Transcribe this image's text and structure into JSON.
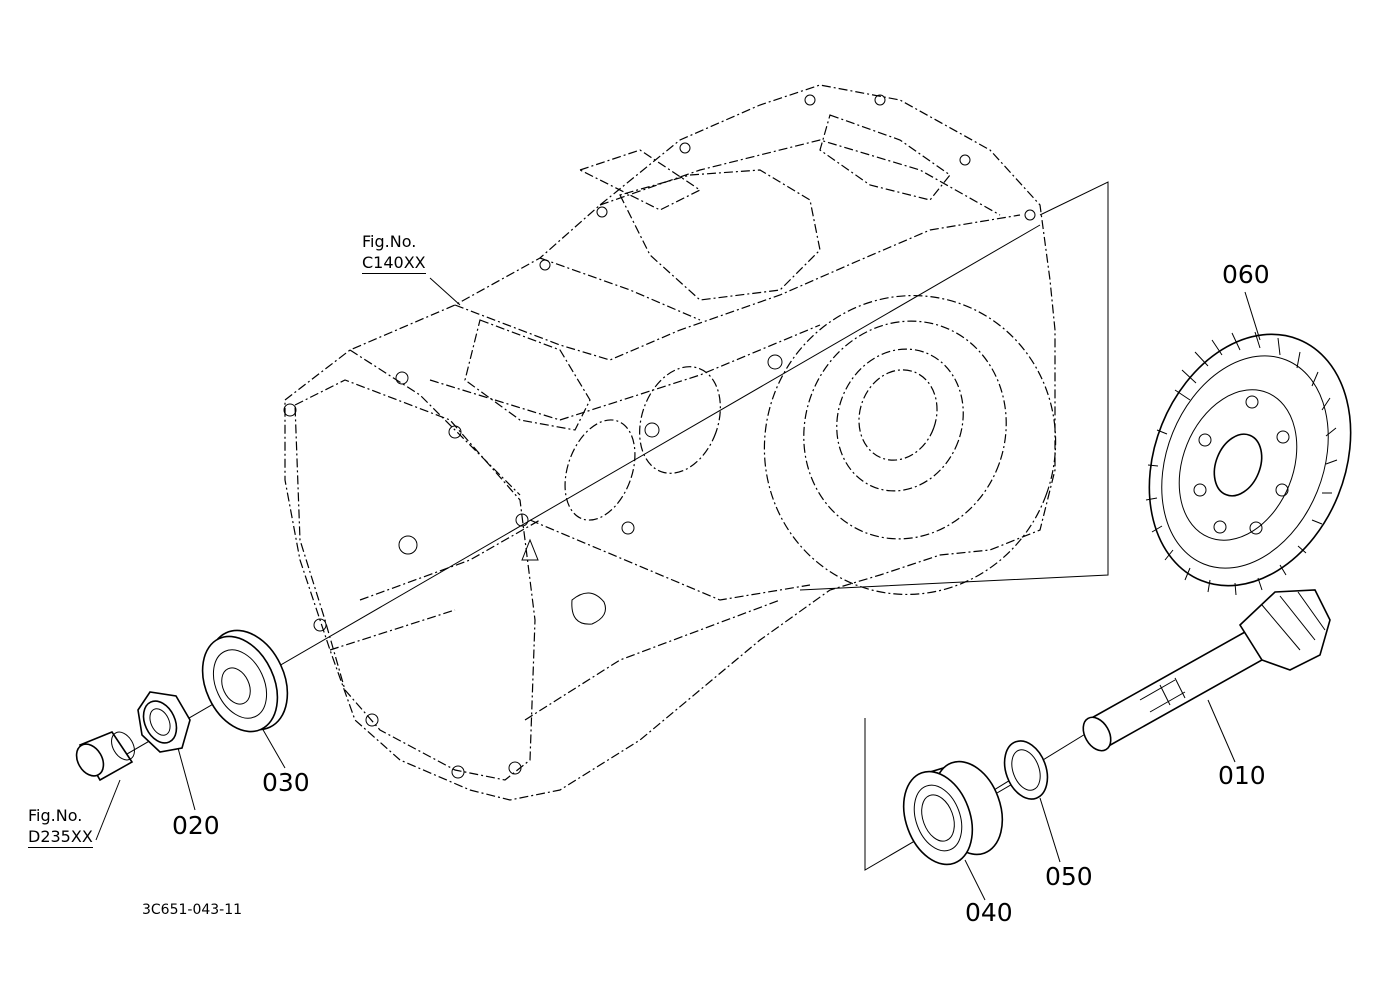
{
  "figure_refs": [
    {
      "prefix": "Fig.No.",
      "code": "C140XX"
    },
    {
      "prefix": "Fig.No.",
      "code": "D235XX"
    }
  ],
  "parts": [
    {
      "no": "010"
    },
    {
      "no": "020"
    },
    {
      "no": "030"
    },
    {
      "no": "040"
    },
    {
      "no": "050"
    },
    {
      "no": "060"
    }
  ],
  "drawing_id": "3C651-043-11"
}
